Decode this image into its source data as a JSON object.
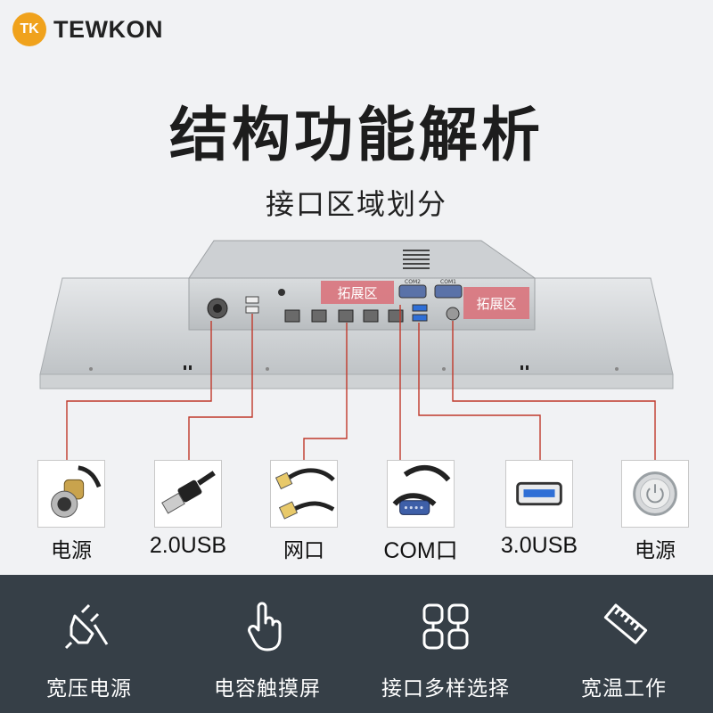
{
  "brand": {
    "badge": "TK",
    "name": "TEWKON",
    "color": "#f0a21c"
  },
  "title": "结构功能解析",
  "subtitle": "接口区域划分",
  "device": {
    "expansion_label_left": "拓展区",
    "expansion_label_right": "拓展区",
    "com_labels": [
      "COM2",
      "COM1"
    ]
  },
  "connectors": [
    {
      "label": "电源",
      "icon": "power-connector-icon"
    },
    {
      "label": "2.0USB",
      "icon": "usb-cable-icon"
    },
    {
      "label": "网口",
      "icon": "ethernet-cable-icon"
    },
    {
      "label": "COM口",
      "icon": "serial-cable-icon"
    },
    {
      "label": "3.0USB",
      "icon": "usb3-port-icon"
    },
    {
      "label": "电源",
      "icon": "power-button-icon"
    }
  ],
  "features": [
    {
      "label": "宽压电源",
      "icon": "power-plug-icon"
    },
    {
      "label": "电容触摸屏",
      "icon": "touch-hand-icon"
    },
    {
      "label": "接口多样选择",
      "icon": "interfaces-grid-icon"
    },
    {
      "label": "宽温工作",
      "icon": "ruler-temperature-icon"
    }
  ],
  "colors": {
    "callout_line": "#c0392b",
    "expansion_box": "#d9737c",
    "feature_bar": "#363f47",
    "usb3_blue": "#2f6fd6"
  }
}
